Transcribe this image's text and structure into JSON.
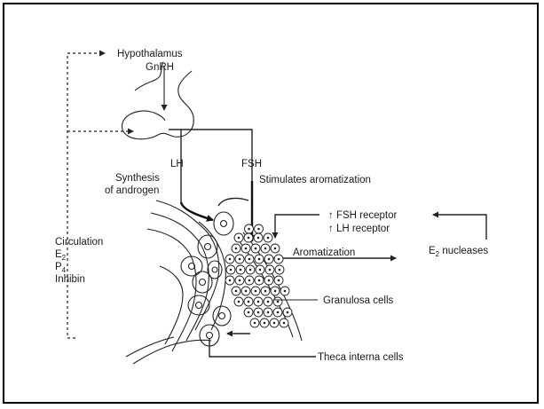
{
  "labels": {
    "hypothalamus": "Hypothalamus",
    "gnrh": "GnRH",
    "lh": "LH",
    "fsh": "FSH",
    "synthesis_line1": "Synthesis",
    "synthesis_line2": "of androgen",
    "stimulates": "Stimulates aromatization",
    "fsh_receptor": "↑ FSH receptor",
    "lh_receptor": "↑ LH receptor",
    "aromatization": "Aromatization",
    "e2_nucleases_prefix": "E",
    "e2_nucleases_sub": "2",
    "e2_nucleases_suffix": " nucleases",
    "granulosa": "Granulosa cells",
    "theca": "Theca interna cells",
    "circulation": "Circulation",
    "e2_prefix": "E",
    "e2_sub": "2",
    "p4_prefix": "P",
    "p4_sub": "4",
    "inhibin": "Inhibin"
  }
}
